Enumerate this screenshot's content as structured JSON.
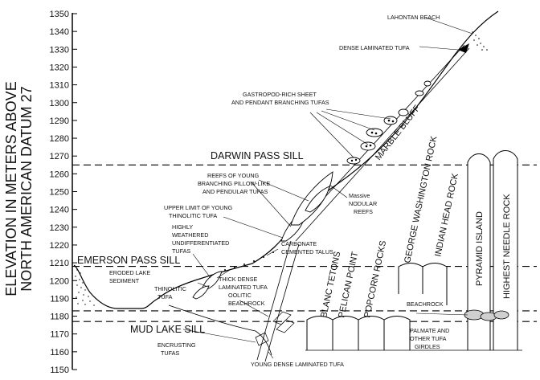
{
  "y_axis": {
    "title_line1": "ELEVATION IN METERS ABOVE",
    "title_line2": "NORTH AMERICAN DATUM 27",
    "ticks": [
      1350,
      1340,
      1330,
      1320,
      1310,
      1300,
      1290,
      1280,
      1270,
      1260,
      1250,
      1240,
      1230,
      1220,
      1210,
      1200,
      1190,
      1180,
      1170,
      1160,
      1150
    ]
  },
  "sills": {
    "darwin": {
      "label": "DARWIN PASS SILL",
      "elevation": 1265
    },
    "emerson": {
      "label": "EMERSON PASS SILL",
      "elevation": 1208
    },
    "mud": {
      "label": "MUD LAKE SILL",
      "elevation": 1177
    }
  },
  "extra_levels": [
    1183
  ],
  "labels": {
    "lahontan_beach": "LAHONTAN BEACH",
    "dense_laminated": "DENSE LAMINATED TUFA",
    "gastropod_1": "GASTROPOD-RICH SHEET",
    "gastropod_2": "AND PENDANT BRANCHING TUFAS",
    "marble_bluff": "MARBLE BLUFF",
    "reefs_1": "REEFS OF YOUNG",
    "reefs_2": "BRANCHING PILLOW-LIKE",
    "reefs_3": "AND PENDULAR TUFAS",
    "massive_1": "Massive",
    "massive_2": "NODULAR",
    "massive_3": "REEFS",
    "upper_1": "UPPER LIMIT OF YOUNG",
    "upper_2": "THINOLITIC TUFA",
    "highly_1": "HIGHLY",
    "highly_2": "WEATHERED",
    "highly_3": "UNDIFFERENTIATED",
    "highly_4": "TUFAS",
    "carbonate_1": "CARBONATE",
    "carbonate_2": "CEMENTED TALUS",
    "eroded_1": "ERODED LAKE",
    "eroded_2": "SEDIMENT",
    "thinolitic_1": "THINOLITIC",
    "thinolitic_2": "TUFA",
    "thick_1": "THICK DENSE",
    "thick_2": "LAMINATED TUFA",
    "oolitic_1": "OOLITIC",
    "oolitic_2": "BEACHROCK",
    "encrusting_1": "ENCRUSTING",
    "encrusting_2": "TUFAS",
    "young_dense": "YOUNG DENSE  LAMINATED TUFA",
    "beachrock": "BEACHROCK",
    "palmate_1": "PALMATE AND",
    "palmate_2": "OTHER TUFA",
    "palmate_3": "GIRDLES"
  },
  "rocks": [
    "BLANC TETONS",
    "PELICAN POINT",
    "POPCORN ROCKS",
    "GEORGE WASHINGTON ROCK",
    "INDIAN HEAD ROCK",
    "PYRAMID ISLAND",
    "HIGHEST NEEDLE ROCK"
  ]
}
